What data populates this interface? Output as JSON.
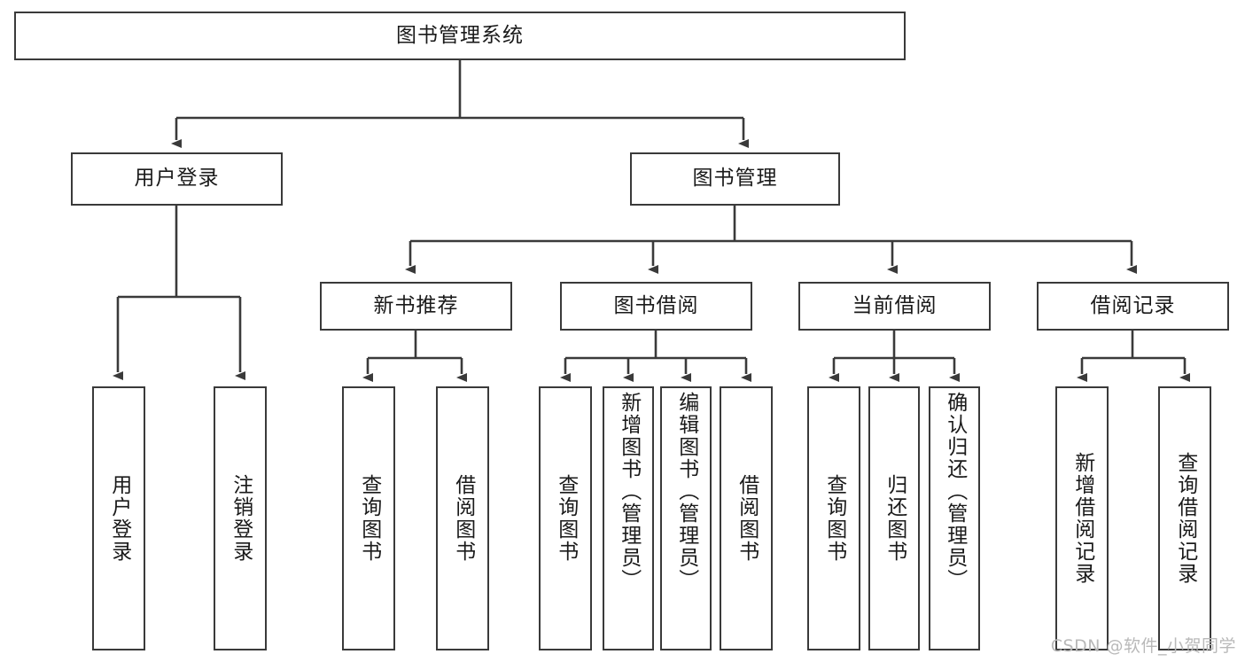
{
  "diagram": {
    "type": "tree-hierarchy",
    "title": "图书管理系统",
    "root": {
      "label": "图书管理系统"
    },
    "level2": [
      {
        "id": "user-login",
        "label": "用户登录"
      },
      {
        "id": "book-manage",
        "label": "图书管理"
      }
    ],
    "level3": [
      {
        "id": "new-book-rec",
        "label": "新书推荐",
        "parent": "book-manage"
      },
      {
        "id": "book-borrow",
        "label": "图书借阅",
        "parent": "book-manage"
      },
      {
        "id": "current-borrow",
        "label": "当前借阅",
        "parent": "book-manage"
      },
      {
        "id": "borrow-record",
        "label": "借阅记录",
        "parent": "book-manage"
      }
    ],
    "leaves": [
      {
        "id": "leaf-user-login",
        "label": "用户登录",
        "parent": "user-login"
      },
      {
        "id": "leaf-user-logout",
        "label": "注销登录",
        "parent": "user-login"
      },
      {
        "id": "leaf-query-book-1",
        "label": "查询图书",
        "parent": "new-book-rec"
      },
      {
        "id": "leaf-borrow-book-1",
        "label": "借阅图书",
        "parent": "new-book-rec"
      },
      {
        "id": "leaf-query-book-2",
        "label": "查询图书",
        "parent": "book-borrow"
      },
      {
        "id": "leaf-add-book",
        "label": "新增图书（管理员）",
        "parent": "book-borrow"
      },
      {
        "id": "leaf-edit-book",
        "label": "编辑图书（管理员）",
        "parent": "book-borrow"
      },
      {
        "id": "leaf-borrow-book-2",
        "label": "借阅图书",
        "parent": "book-borrow"
      },
      {
        "id": "leaf-query-book-3",
        "label": "查询图书",
        "parent": "current-borrow"
      },
      {
        "id": "leaf-return-book",
        "label": "归还图书",
        "parent": "current-borrow"
      },
      {
        "id": "leaf-confirm-return",
        "label": "确认归还（管理员）",
        "parent": "current-borrow"
      },
      {
        "id": "leaf-add-record",
        "label": "新增借阅记录",
        "parent": "borrow-record"
      },
      {
        "id": "leaf-query-record",
        "label": "查询借阅记录",
        "parent": "borrow-record"
      }
    ],
    "colors": {
      "stroke": "#3a3a3a",
      "background": "#ffffff",
      "text": "#1a1a1a",
      "watermark": "#b9b9b9"
    }
  },
  "watermark": {
    "text": "CSDN @软件_小贺同学"
  }
}
